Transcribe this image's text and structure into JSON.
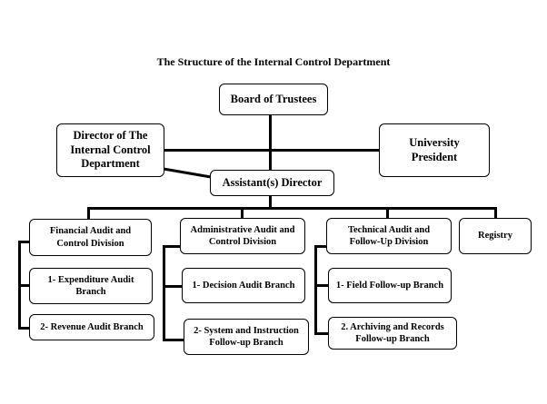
{
  "title": "The Structure of the Internal Control Department",
  "nodes": {
    "board": "Board of Trustees",
    "director": "Director of The Internal Control Department",
    "president": "University President",
    "assistant": "Assistant(s) Director",
    "financial": "Financial Audit and Control Division",
    "administrative": "Administrative Audit and Control Division",
    "technical": "Technical Audit and Follow-Up Division",
    "registry": "Registry",
    "fin_branch_1": "1- Expenditure Audit Branch",
    "fin_branch_2": "2- Revenue Audit Branch",
    "adm_branch_1": "1- Decision Audit Branch",
    "adm_branch_2": "2- System and Instruction Follow-up Branch",
    "tech_branch_1": "1- Field Follow-up Branch",
    "tech_branch_2": "2. Archiving and Records Follow-up Branch"
  }
}
